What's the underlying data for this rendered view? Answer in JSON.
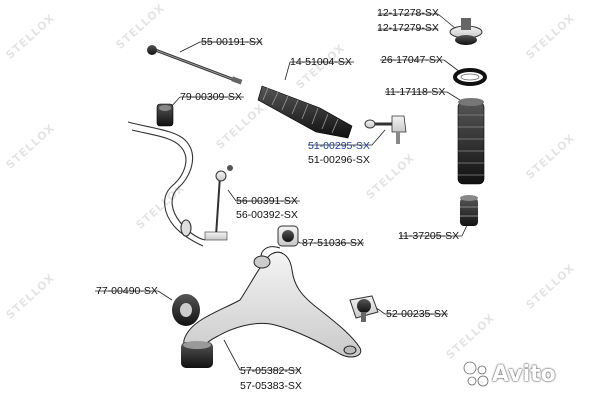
{
  "labels": {
    "p_55_00191": "55-00191-SX",
    "p_79_00309": "79-00309-SX",
    "p_14_51004": "14-51004-SX",
    "p_12_17278": "12-17278-SX",
    "p_12_17279": "12-17279-SX",
    "p_26_17047": "26-17047-SX",
    "p_11_17118": "11-17118-SX",
    "p_51_00295": "51-00295-SX",
    "p_51_00296": "51-00296-SX",
    "p_56_00391": "56-00391-SX",
    "p_56_00392": "56-00392-SX",
    "p_87_51036": "87-51036-SX",
    "p_11_37205": "11-37205-SX",
    "p_77_00490": "77-00490-SX",
    "p_52_00235": "52-00235-SX",
    "p_57_05382": "57-05382-SX",
    "p_57_05383": "57-05383-SX"
  },
  "watermark": "STELLOX",
  "brand": "Avito",
  "colors": {
    "highlight": "#1f3f9e",
    "line": "#222222"
  }
}
